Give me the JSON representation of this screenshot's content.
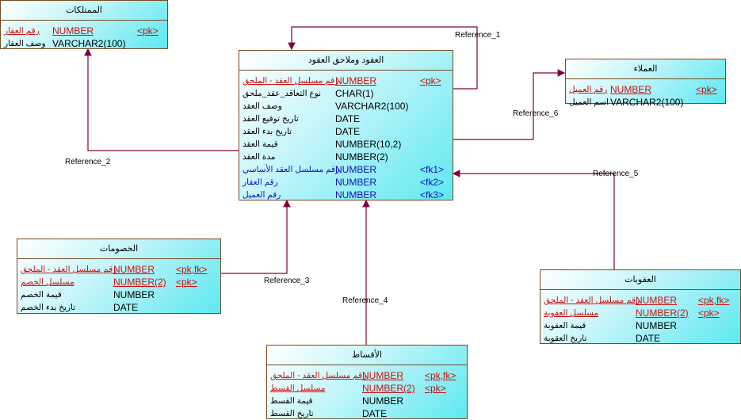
{
  "entities": {
    "properties": {
      "title": "الممتلكات",
      "rows": [
        {
          "name": "رقم العقار",
          "type": "NUMBER",
          "key": "<pk>"
        },
        {
          "name": "وصف العقار",
          "type": "VARCHAR2(100)",
          "key": ""
        }
      ]
    },
    "contracts": {
      "title": "العقود وملاحق العقود",
      "rows": [
        {
          "name": "رقم مسلسل العقد - الملحق",
          "type": "NUMBER",
          "key": "<pk>"
        },
        {
          "name": "نوع التعاقد_عقد_ملحق",
          "type": "CHAR(1)",
          "key": ""
        },
        {
          "name": "وصف العقد",
          "type": "VARCHAR2(100)",
          "key": ""
        },
        {
          "name": "تاريخ توقيع العقد",
          "type": "DATE",
          "key": ""
        },
        {
          "name": "تاريخ بدء العقد",
          "type": "DATE",
          "key": ""
        },
        {
          "name": "قيمة العقد",
          "type": "NUMBER(10,2)",
          "key": ""
        },
        {
          "name": "مدة العقد",
          "type": "NUMBER(2)",
          "key": ""
        },
        {
          "name": "رقم مسلسل العقد الأساسي",
          "type": "NUMBER",
          "key": "<fk1>"
        },
        {
          "name": "رقم العقار",
          "type": "NUMBER",
          "key": "<fk2>"
        },
        {
          "name": "رقم العميل",
          "type": "NUMBER",
          "key": "<fk3>"
        }
      ]
    },
    "clients": {
      "title": "العملاء",
      "rows": [
        {
          "name": "رقم العميل",
          "type": "NUMBER",
          "key": "<pk>"
        },
        {
          "name": "اسم العميل",
          "type": "VARCHAR2(100)",
          "key": ""
        }
      ]
    },
    "discounts": {
      "title": "الخصومات",
      "rows": [
        {
          "name": "رقم مسلسل العقد - الملحق",
          "type": "NUMBER",
          "key": "<pk,fk>"
        },
        {
          "name": "مسلسل الخصم",
          "type": "NUMBER(2)",
          "key": "<pk>"
        },
        {
          "name": "قيمة الخصم",
          "type": "NUMBER",
          "key": ""
        },
        {
          "name": "تاريخ بدء الخصم",
          "type": "DATE",
          "key": ""
        }
      ]
    },
    "penalties": {
      "title": "العقوبات",
      "rows": [
        {
          "name": "رقم مسلسل العقد - الملحق",
          "type": "NUMBER",
          "key": "<pk,fk>"
        },
        {
          "name": "مسلسل العقوبة",
          "type": "NUMBER(2)",
          "key": "<pk>"
        },
        {
          "name": "قيمة العقوبة",
          "type": "NUMBER",
          "key": ""
        },
        {
          "name": "تاريخ العقوبة",
          "type": "DATE",
          "key": ""
        }
      ]
    },
    "installments": {
      "title": "الأقساط",
      "rows": [
        {
          "name": "رقم مسلسل العقد - الملحق",
          "type": "NUMBER",
          "key": "<pk,fk>"
        },
        {
          "name": "مسلسل القسط",
          "type": "NUMBER(2)",
          "key": "<pk>"
        },
        {
          "name": "قيمة القسط",
          "type": "NUMBER",
          "key": ""
        },
        {
          "name": "تاريخ القسط",
          "type": "DATE",
          "key": ""
        }
      ]
    }
  },
  "references": {
    "r1": "Reference_1",
    "r2": "Reference_2",
    "r3": "Reference_3",
    "r4": "Reference_4",
    "r5": "Reference_5",
    "r6": "Reference_6"
  },
  "colors": {
    "line": "#800040",
    "pk": "#cc1010",
    "fk": "#1010c0"
  }
}
